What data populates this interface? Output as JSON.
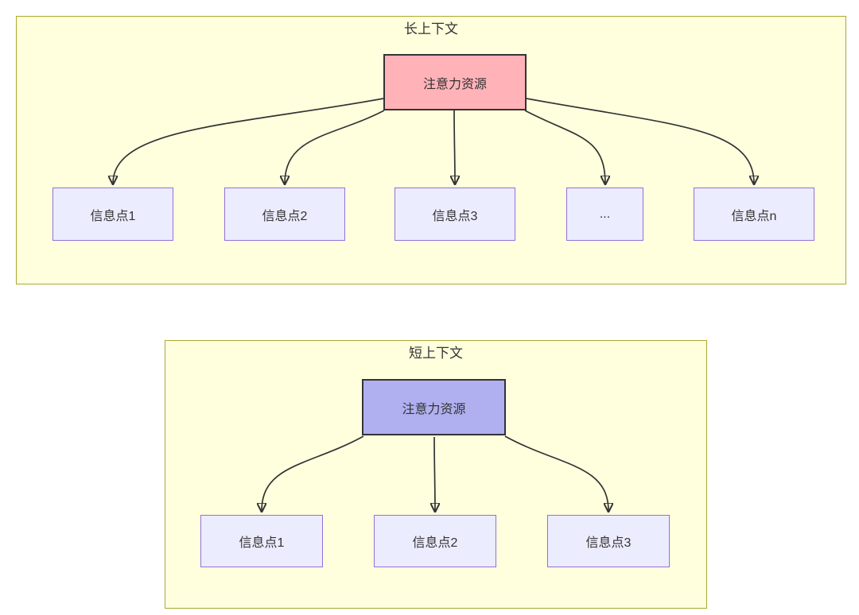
{
  "colors": {
    "cluster_fill": "#ffffde",
    "cluster_border": "#aaaa33",
    "info_node_fill": "#ececff",
    "info_node_border": "#9370db",
    "attention_long_fill": "#ffb3b9",
    "attention_short_fill": "#b0b0f0",
    "attention_node_border": "#333333",
    "arrow_color": "#333333",
    "text_color": "#333333"
  },
  "clusters": {
    "long": {
      "title": "长上下文",
      "attention_label": "注意力资源",
      "nodes": [
        "信息点1",
        "信息点2",
        "信息点3",
        "...",
        "信息点n"
      ]
    },
    "short": {
      "title": "短上下文",
      "attention_label": "注意力资源",
      "nodes": [
        "信息点1",
        "信息点2",
        "信息点3"
      ]
    }
  }
}
